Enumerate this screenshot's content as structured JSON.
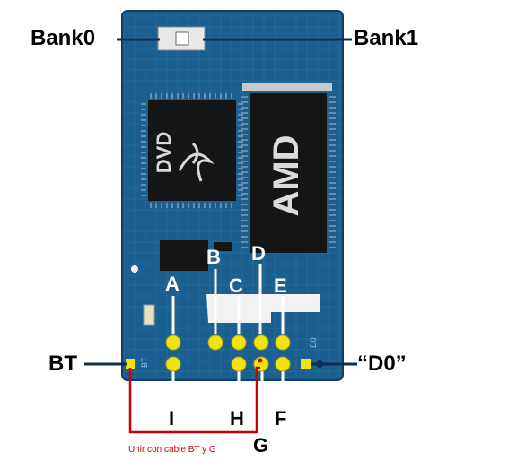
{
  "labels": {
    "bank0": "Bank0",
    "bank1": "Bank1",
    "bt": "BT",
    "d0": "“D0”",
    "pin_a": "A",
    "pin_b": "B",
    "pin_c": "C",
    "pin_d": "D",
    "pin_e": "E",
    "pin_i": "I",
    "pin_h": "H",
    "pin_g": "G",
    "pin_f": "F"
  },
  "chips": {
    "dvd_logo": "DVD",
    "amd": "AMD"
  },
  "note": "Unir con cable BT y G",
  "colors": {
    "pcb": "#1a5f8f",
    "pcb_dark": "#0e3f63",
    "pad": "#f2e20f",
    "wire": "#cc0000",
    "chip": "#151515"
  }
}
